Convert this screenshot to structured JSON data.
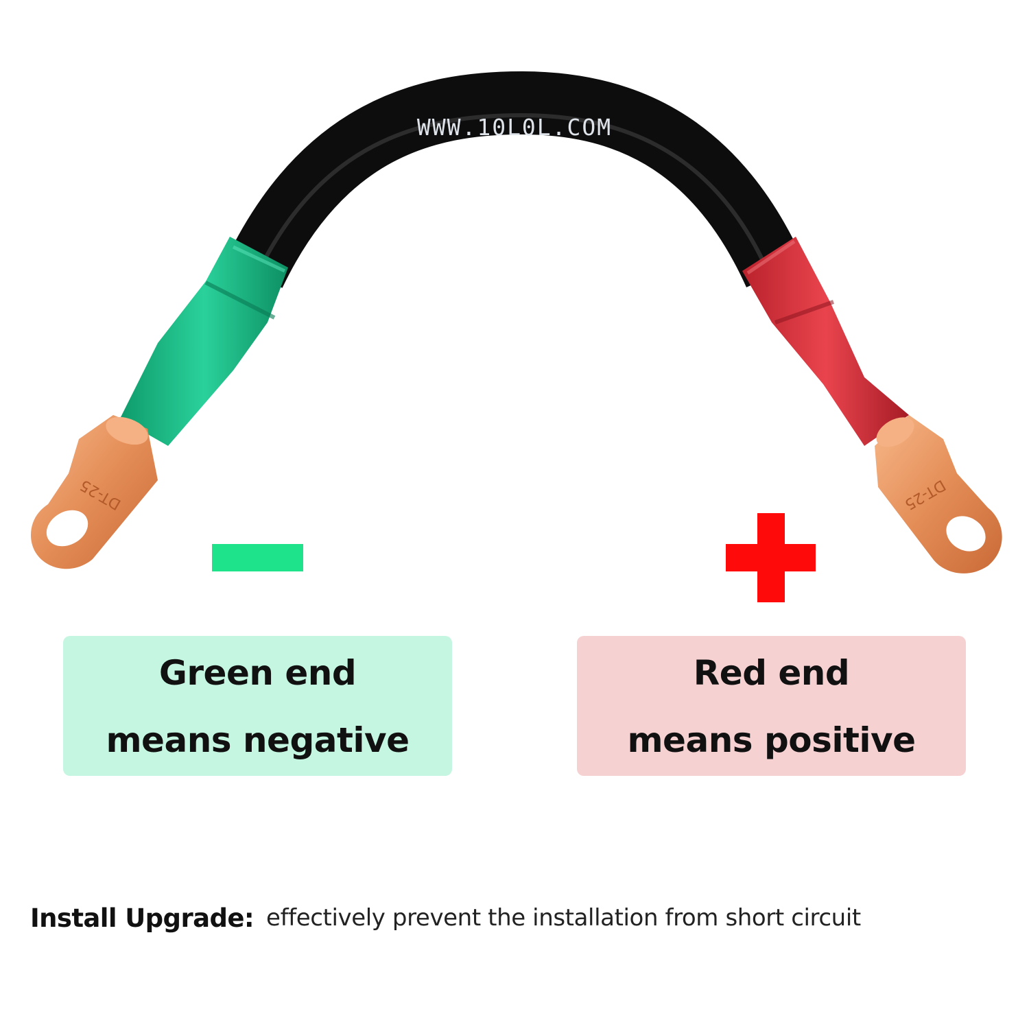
{
  "cable": {
    "print_text": "WWW.10L0L.COM",
    "lug_stamp_left": "DT-25",
    "lug_stamp_right": "DT-25",
    "colors": {
      "jacket": "#0d0d0d",
      "negative_sleeve": "#16b582",
      "positive_sleeve": "#d8323c",
      "copper": "#e8925c"
    }
  },
  "signs": {
    "negative_color": "#1ee38a",
    "positive_color": "#ff0a0a"
  },
  "labels": {
    "negative": {
      "line1": "Green end",
      "line2": "means negative",
      "bg": "#c4f6e2"
    },
    "positive": {
      "line1": "Red end",
      "line2": "means positive",
      "bg": "#f6d1d2"
    }
  },
  "footer": {
    "strong": "Install Upgrade:",
    "text": "effectively prevent the installation from short circuit"
  }
}
